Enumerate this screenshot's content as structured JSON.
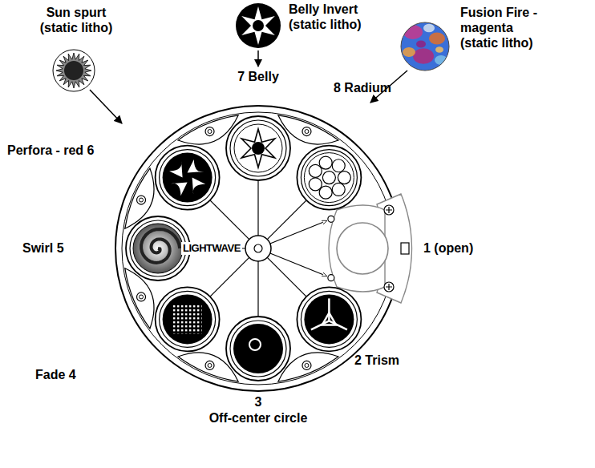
{
  "diagram": {
    "labels": [
      "Sun spurt (static litho)",
      "Belly Invert (static litho)",
      "Fusion Fire - magenta (static litho)",
      "7 Belly",
      "8 Radium",
      "Perfora - red 6",
      "Swirl 5",
      "LIGHTWAVE",
      "1 (open)",
      "Fade 4",
      "2 Trism",
      "3",
      "Off-center circle"
    ]
  }
}
